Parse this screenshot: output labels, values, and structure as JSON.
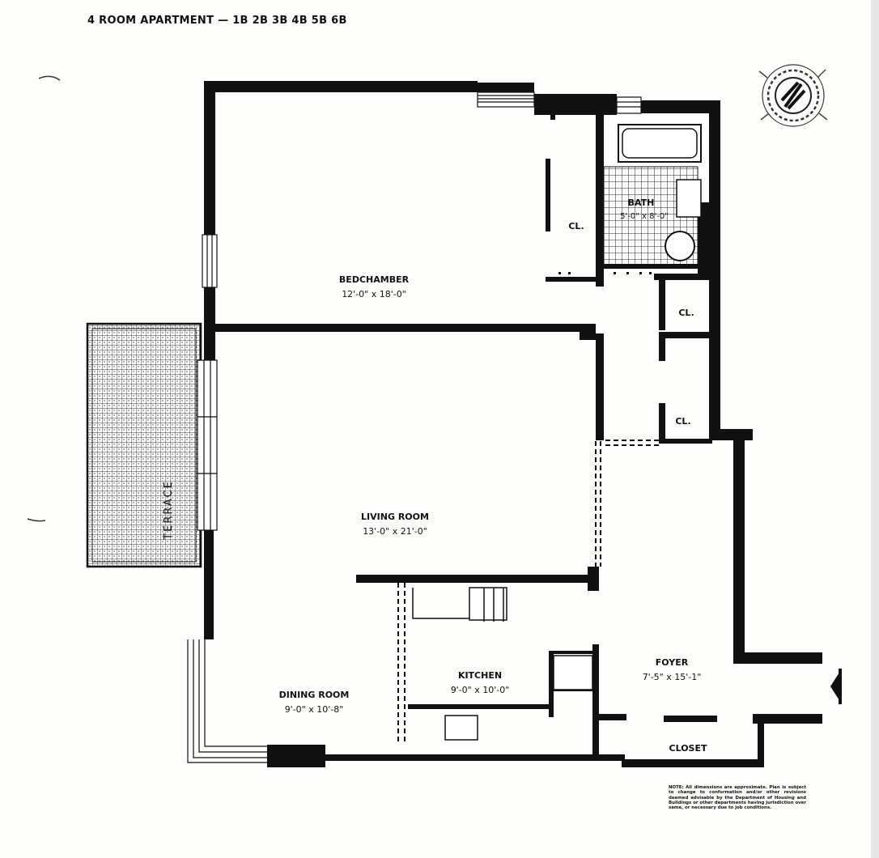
{
  "title": "4 ROOM APARTMENT — 1B 2B 3B 4B 5B 6B",
  "rooms": {
    "bedchamber": {
      "name": "BEDCHAMBER",
      "dims": "12'-0\" x 18'-0\""
    },
    "bath": {
      "name": "BATH",
      "dims": "5'-0\" x 8'-0\""
    },
    "living_room": {
      "name": "LIVING ROOM",
      "dims": "13'-0\" x 21'-0\""
    },
    "dining_room": {
      "name": "DINING ROOM",
      "dims": "9'-0\" x 10'-8\""
    },
    "kitchen": {
      "name": "KITCHEN",
      "dims": "9'-0\" x 10'-0\""
    },
    "foyer": {
      "name": "FOYER",
      "dims": "7'-5\" x 15'-1\""
    },
    "closet": {
      "name": "CLOSET"
    }
  },
  "closets": {
    "cl_bedroom": "CL.",
    "cl_hall_upper": "CL.",
    "cl_hall_lower": "CL."
  },
  "terrace": "TERRACE",
  "note": "NOTE: All dimensions are approximate. Plan is subject to change to conformation and/or other revisions deemed advisable by the Department of Housing and Buildings or other departments having jurisdiction over same, or necessary due to job conditions.",
  "icons": {
    "logo": "compass-seal-logo",
    "entry": "entry-arrow-icon"
  },
  "colors": {
    "wall": "#111111",
    "paper": "#fdfdfb"
  }
}
